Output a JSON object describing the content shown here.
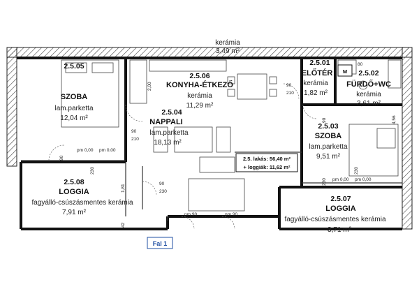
{
  "top_label": {
    "material": "kerámia",
    "area": "3,49 m²"
  },
  "rooms": [
    {
      "id": "r505",
      "code": "2.5.05",
      "name": "SZOBA",
      "material": "lam.parketta",
      "area": "12,04 m²"
    },
    {
      "id": "r506",
      "code": "2.5.06",
      "name": "KONYHA-ÉTKEZŐ",
      "material": "kerámia",
      "area": "11,29 m²"
    },
    {
      "id": "r504",
      "code": "2.5.04",
      "name": "NAPPALI",
      "material": "lam.parketta",
      "area": "18,13 m²"
    },
    {
      "id": "r501",
      "code": "2.5.01",
      "name": "ELŐTÉR",
      "material": "kerámia",
      "area": "1,82 m²"
    },
    {
      "id": "r502",
      "code": "2.5.02",
      "name": "FÜRDŐ+WC",
      "material": "kerámia",
      "area": "3,61 m²"
    },
    {
      "id": "r503",
      "code": "2.5.03",
      "name": "SZOBA",
      "material": "lam.parketta",
      "area": "9,51 m²"
    },
    {
      "id": "r508",
      "code": "2.5.08",
      "name": "LOGGIA",
      "material": "fagyálló-csúszásmentes kerámia",
      "area": "7,91 m²"
    },
    {
      "id": "r507",
      "code": "2.5.07",
      "name": "LOGGIA",
      "material": "fagyálló-csúszásmentes kerámia",
      "area": "3,71 m²"
    }
  ],
  "summary": {
    "line1": "2.5. lakás: 56,40 m²",
    "line2": "+ loggiák: 11,62 m²"
  },
  "wall_badge": "Fal 1",
  "meter_box": "M",
  "dims": {
    "pm_left": "pm 0,00",
    "pm_left2": "pm 0,00",
    "pm_right": "pm 0,00",
    "pm_right2": "pm 0,00",
    "pm90a": "pm 90",
    "pm90b": "pm 90",
    "d90": "90",
    "d210": "210",
    "d230": "230",
    "d80": "80",
    "d2_00": "2,00",
    "d1_81": "1,81",
    "d4_56": "4,56",
    "d42": "42"
  }
}
